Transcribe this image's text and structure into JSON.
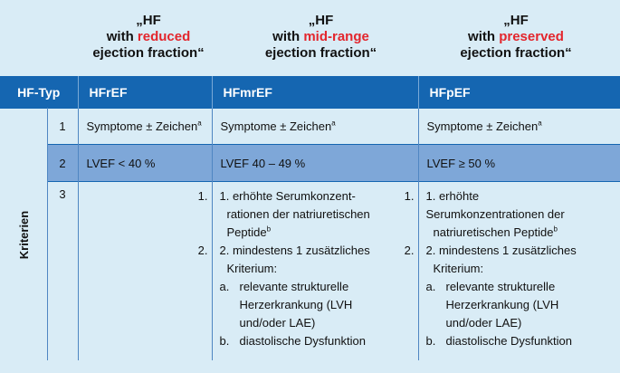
{
  "columns_head": [
    {
      "line1": "„HF",
      "line2_prefix": "with ",
      "line2_red": "reduced",
      "line3": "ejection fraction“"
    },
    {
      "line1": "„HF",
      "line2_prefix": "with ",
      "line2_red": "mid-range",
      "line3": "ejection fraction“"
    },
    {
      "line1": "„HF",
      "line2_prefix": "with ",
      "line2_red": "preserved",
      "line3": "ejection fraction“"
    }
  ],
  "table": {
    "header": [
      "HF-Typ",
      "HFrEF",
      "HFmrEF",
      "HFpEF"
    ],
    "criteria_label": "Kriterien",
    "row1": {
      "num": "1",
      "cells": [
        "Symptome ± Zeichen",
        "Symptome ± Zeichen",
        "Symptome ± Zeichen"
      ],
      "sup": "a"
    },
    "row2": {
      "num": "2",
      "cells": [
        "LVEF < 40 %",
        "LVEF 40 – 49 %",
        "LVEF ≥ 50 %"
      ]
    },
    "row3": {
      "num": "3",
      "num_marks": [
        "1.",
        "2.",
        "1.",
        "2."
      ],
      "mid": {
        "l1": "1. erhöhte Serumkonzent-",
        "l2": "rationen der natriuretischen",
        "l3": "Peptide",
        "sup": "b",
        "l4": "2. mindestens 1 zusätzliches",
        "l5": "Kriterium:",
        "a_mark": "a.",
        "a1": "relevante strukturelle",
        "a2": "Herzerkrankung (LVH",
        "a3": "und/oder LAE)",
        "b_mark": "b.",
        "b1": "diastolische Dysfunktion"
      },
      "right": {
        "l1": "1. erhöhte",
        "l2": "Serumkonzentrationen der",
        "l3": "natriuretischen Peptide",
        "sup": "b",
        "l4": "2. mindestens 1 zusätzliches",
        "l5": "Kriterium:",
        "a_mark": "a.",
        "a1": "relevante strukturelle",
        "a2": "Herzerkrankung (LVH",
        "a3": "und/oder LAE)",
        "b_mark": "b.",
        "b1": "diastolische Dysfunktion"
      }
    }
  }
}
